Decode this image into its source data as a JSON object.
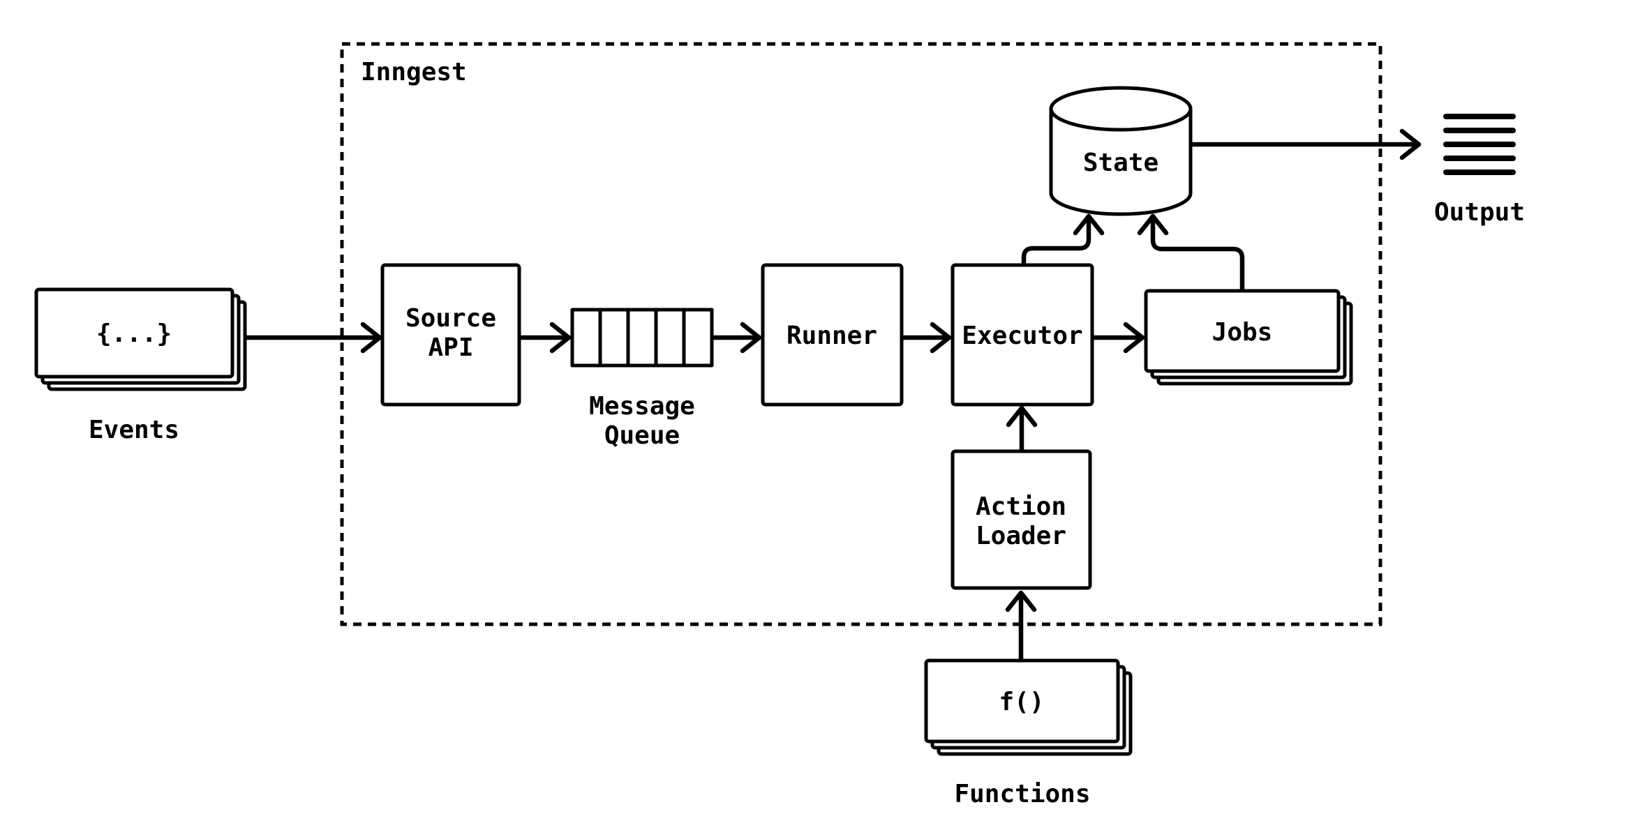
{
  "colors": {
    "ink": "#000000",
    "background": "#ffffff"
  },
  "container": {
    "label": "Inngest"
  },
  "nodes": {
    "events": {
      "stack_text": "{...}",
      "label": "Events"
    },
    "source_api": {
      "line1": "Source",
      "line2": "API"
    },
    "message_queue": {
      "line1": "Message",
      "line2": "Queue",
      "cells": 5
    },
    "runner": {
      "label": "Runner"
    },
    "executor": {
      "label": "Executor"
    },
    "state": {
      "label": "State"
    },
    "jobs": {
      "label": "Jobs"
    },
    "action_loader": {
      "line1": "Action",
      "line2": "Loader"
    },
    "functions": {
      "stack_text": "f()",
      "label": "Functions"
    },
    "output": {
      "label": "Output"
    }
  }
}
